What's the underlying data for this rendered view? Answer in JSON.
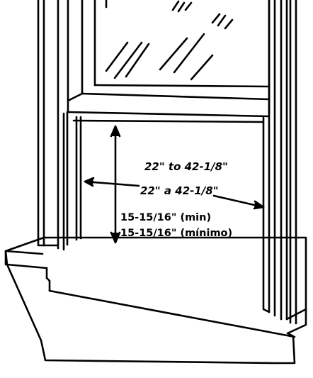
{
  "diagram": {
    "width_label_en": "22\" to 42-1/8\"",
    "width_label_es": "22\" a 42-1/8\"",
    "height_label_en": "15-15/16\" (min)",
    "height_label_es": "15-15/16\" (mínimo)"
  },
  "colors": {
    "line": "#000000",
    "background": "#ffffff"
  }
}
